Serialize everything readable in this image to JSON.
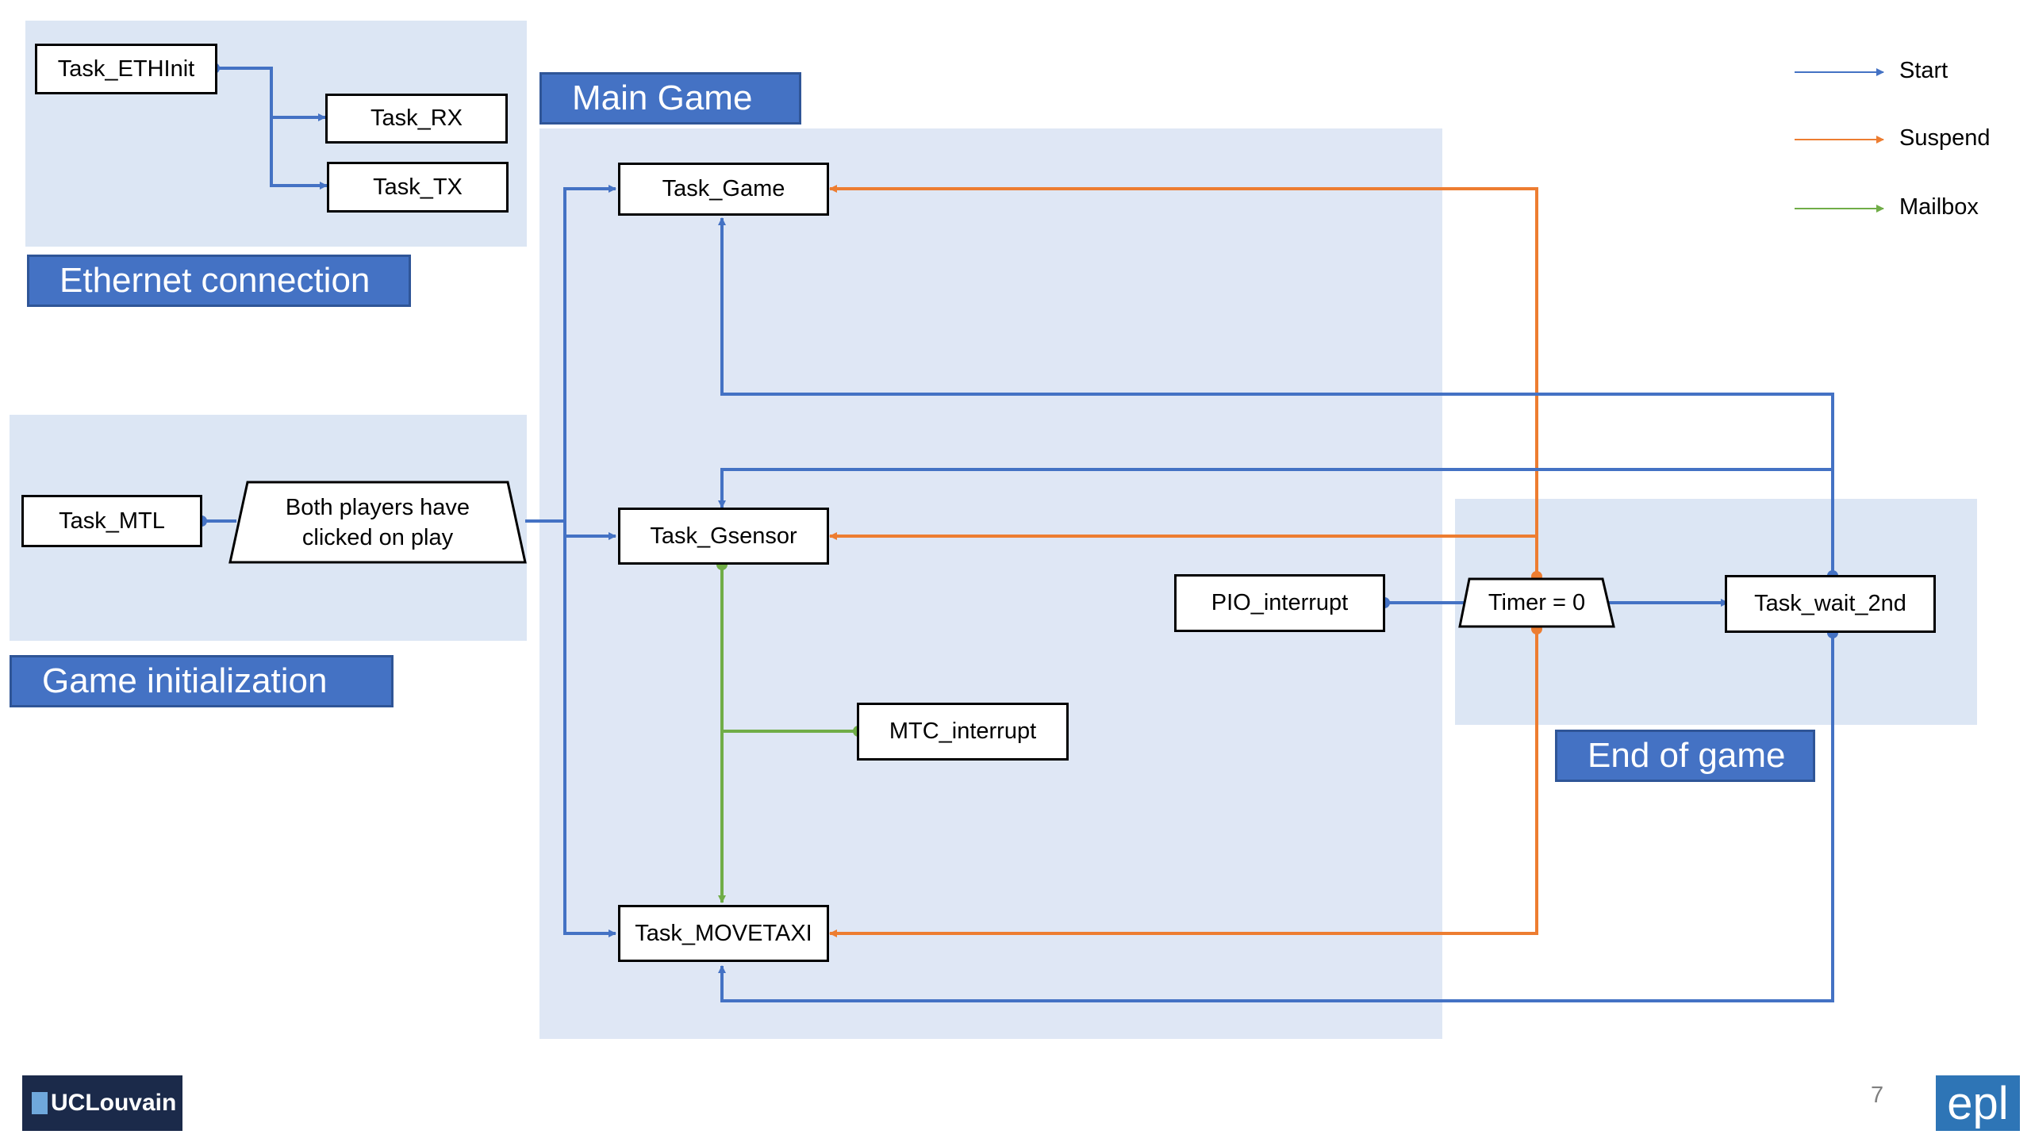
{
  "regions": {
    "ethernet": "Ethernet connection",
    "main": "Main Game",
    "init": "Game initialization",
    "end": "End of game"
  },
  "tasks": {
    "ethinit": "Task_ETHInit",
    "rx": "Task_RX",
    "tx": "Task_TX",
    "mtl": "Task_MTL",
    "both_players": "Both players have clicked on play",
    "game": "Task_Game",
    "gsensor": "Task_Gsensor",
    "movetaxi": "Task_MOVETAXI",
    "mtc_interrupt": "MTC_interrupt",
    "pio_interrupt": "PIO_interrupt",
    "timer": "Timer = 0",
    "wait_2nd": "Task_wait_2nd"
  },
  "legend": [
    {
      "label": "Start",
      "color": "#4472c4"
    },
    {
      "label": "Suspend",
      "color": "#ed7d31"
    },
    {
      "label": "Mailbox",
      "color": "#70ad47"
    }
  ],
  "page_number": "7",
  "logos": {
    "ucl": "UCLouvain",
    "epl": "epl"
  },
  "colors": {
    "start": "#4472c4",
    "suspend": "#ed7d31",
    "mailbox": "#70ad47",
    "banner": "#4472c4",
    "region": "#dce6f4"
  }
}
